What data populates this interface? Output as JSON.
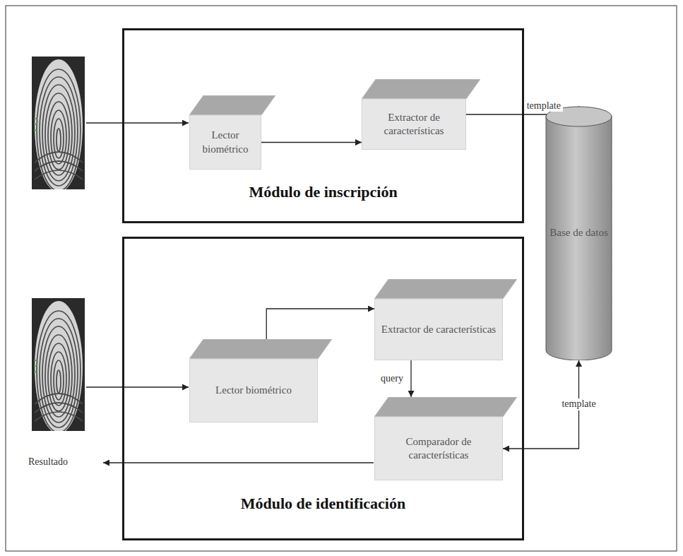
{
  "diagram": {
    "nodes": [
      {
        "text": [
          "Módulo de inscripción"
        ]
      },
      {
        "text": [
          "Lector biométrico"
        ],
        "in": 0
      },
      {
        "text": [
          "Extractor de características"
        ],
        "in": 0
      },
      {
        "text": [
          "Módulo de identificación"
        ]
      },
      {
        "text": [
          "Lector biométrico"
        ],
        "in": 3
      },
      {
        "text": [
          "Extractor de características"
        ],
        "in": 3
      },
      {
        "text": [
          "Comparador de características"
        ],
        "in": 3
      },
      {
        "text": [
          "Base de datos"
        ]
      }
    ],
    "edges": [
      {
        "from": 1,
        "to": 2,
        "arrow": "to"
      },
      {
        "from": 2,
        "to": 7,
        "arrow": "to",
        "label": "template"
      },
      {
        "from": 4,
        "to": 5,
        "arrow": "to"
      },
      {
        "from": 5,
        "to": 6,
        "arrow": "to",
        "label": "query"
      },
      {
        "from": 7,
        "to": 6,
        "arrow": "both",
        "label": "template"
      }
    ],
    "labels": [
      "Resultado"
    ]
  }
}
